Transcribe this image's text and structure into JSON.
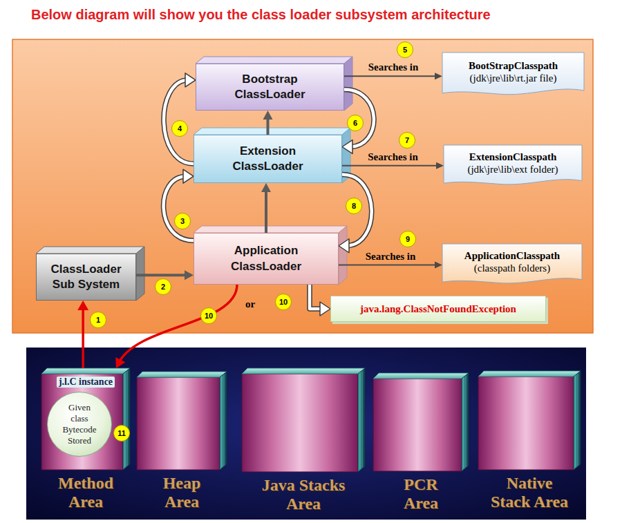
{
  "diagram": {
    "title": "Below diagram will show you the class loader subsystem architecture",
    "nodes": [
      {
        "text": [
          "Bootstrap ClassLoader"
        ]
      },
      {
        "text": [
          "BootStrapClasspath",
          "(jdk\\jre\\lib\\rt.jar file)"
        ]
      },
      {
        "text": [
          "Extension ClassLoader"
        ]
      },
      {
        "text": [
          "ExtensionClasspath",
          "(jdk\\jre\\lib\\ext folder)"
        ]
      },
      {
        "text": [
          "ClassLoader Sub System"
        ]
      },
      {
        "text": [
          "Application ClassLoader"
        ]
      },
      {
        "text": [
          "ApplicationClasspath",
          "(classpath folders)"
        ]
      },
      {
        "text": [
          "java.lang.ClassNotFoundException"
        ]
      },
      {
        "text": [
          "j.l.C instance",
          "Method Area"
        ]
      },
      {
        "text": [
          "Given class Bytecode Stored"
        ],
        "in": 8
      },
      {
        "text": [
          "Heap Area"
        ]
      },
      {
        "text": [
          "Java Stacks Area"
        ]
      },
      {
        "text": [
          "PCR Area"
        ]
      },
      {
        "text": [
          "Native Stack Area"
        ]
      }
    ],
    "edges": [
      {
        "from": 8,
        "to": 4,
        "arrow": "to"
      },
      {
        "from": 4,
        "to": 5,
        "arrow": "to"
      },
      {
        "from": 5,
        "to": 2,
        "arrow": "to"
      },
      {
        "from": 2,
        "to": 0,
        "arrow": "to"
      },
      {
        "from": 5,
        "to": 2,
        "arrow": "to"
      },
      {
        "from": 2,
        "to": 0,
        "arrow": "to"
      },
      {
        "from": 0,
        "to": 1,
        "arrow": "to",
        "label": "Searches in"
      },
      {
        "from": 0,
        "to": 2,
        "arrow": "to"
      },
      {
        "from": 2,
        "to": 3,
        "arrow": "to",
        "label": "Searches in"
      },
      {
        "from": 2,
        "to": 5,
        "arrow": "to"
      },
      {
        "from": 5,
        "to": 6,
        "arrow": "to",
        "label": "Searches in"
      },
      {
        "from": 5,
        "to": 7,
        "arrow": "to"
      },
      {
        "from": 5,
        "to": 8,
        "arrow": "to"
      }
    ],
    "labels": [
      "5",
      "4",
      "6",
      "7",
      "3",
      "8",
      "9",
      "2",
      "10",
      "or",
      "10",
      "1",
      "11"
    ]
  }
}
